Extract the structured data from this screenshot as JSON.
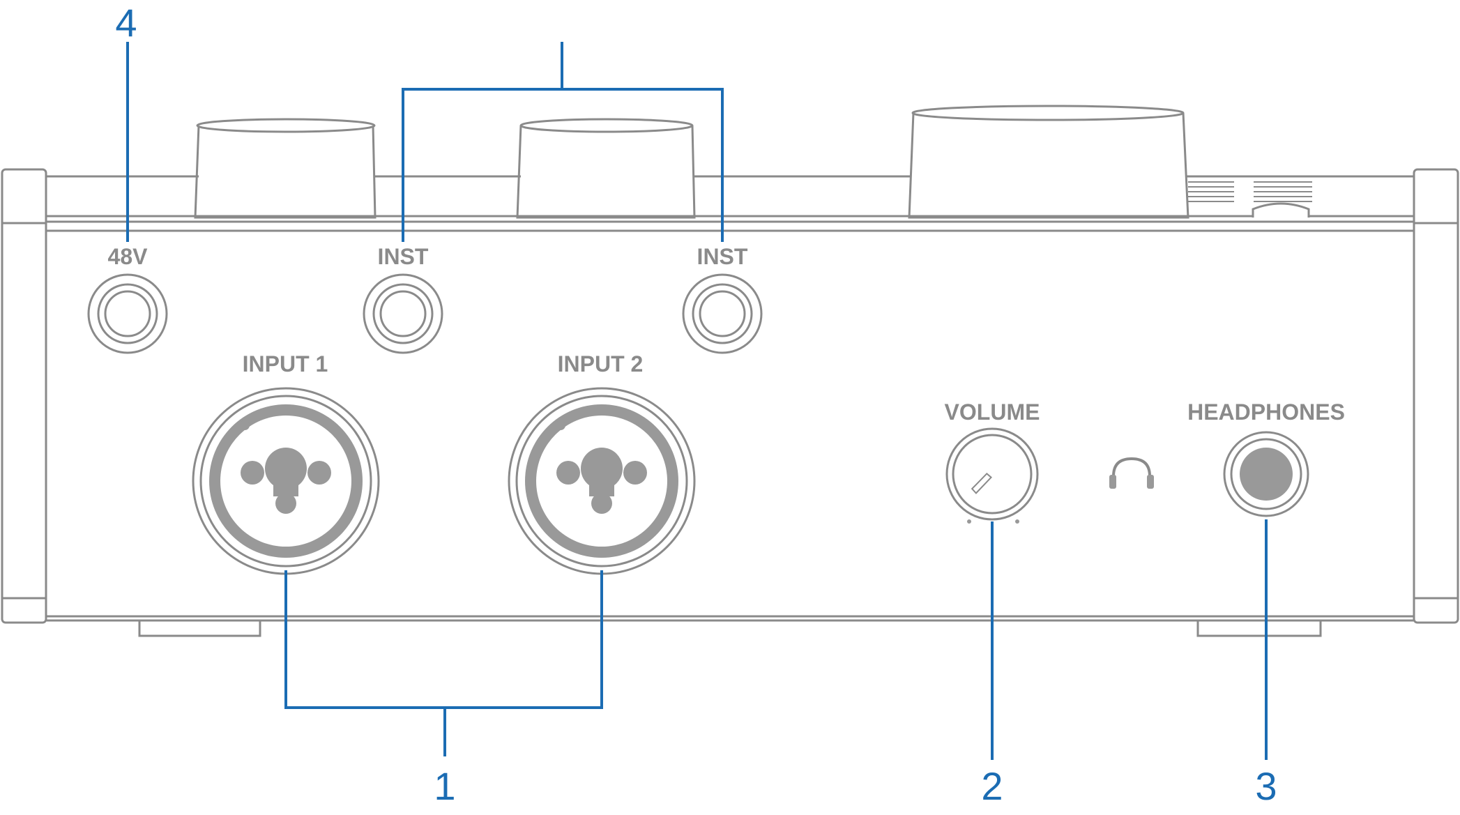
{
  "panel_labels": {
    "phantom": "48V",
    "inst_1": "INST",
    "inst_2": "INST",
    "input_1": "INPUT 1",
    "input_2": "INPUT 2",
    "volume": "VOLUME",
    "headphones": "HEADPHONES"
  },
  "callouts": {
    "inputs": "1",
    "volume": "2",
    "headphones": "3",
    "phantom": "4"
  },
  "colors": {
    "outline": "#8a8a8a",
    "callout": "#1b6cb3",
    "fill": "#999999"
  },
  "icons": {
    "headphone_symbol": "headphones-icon"
  }
}
